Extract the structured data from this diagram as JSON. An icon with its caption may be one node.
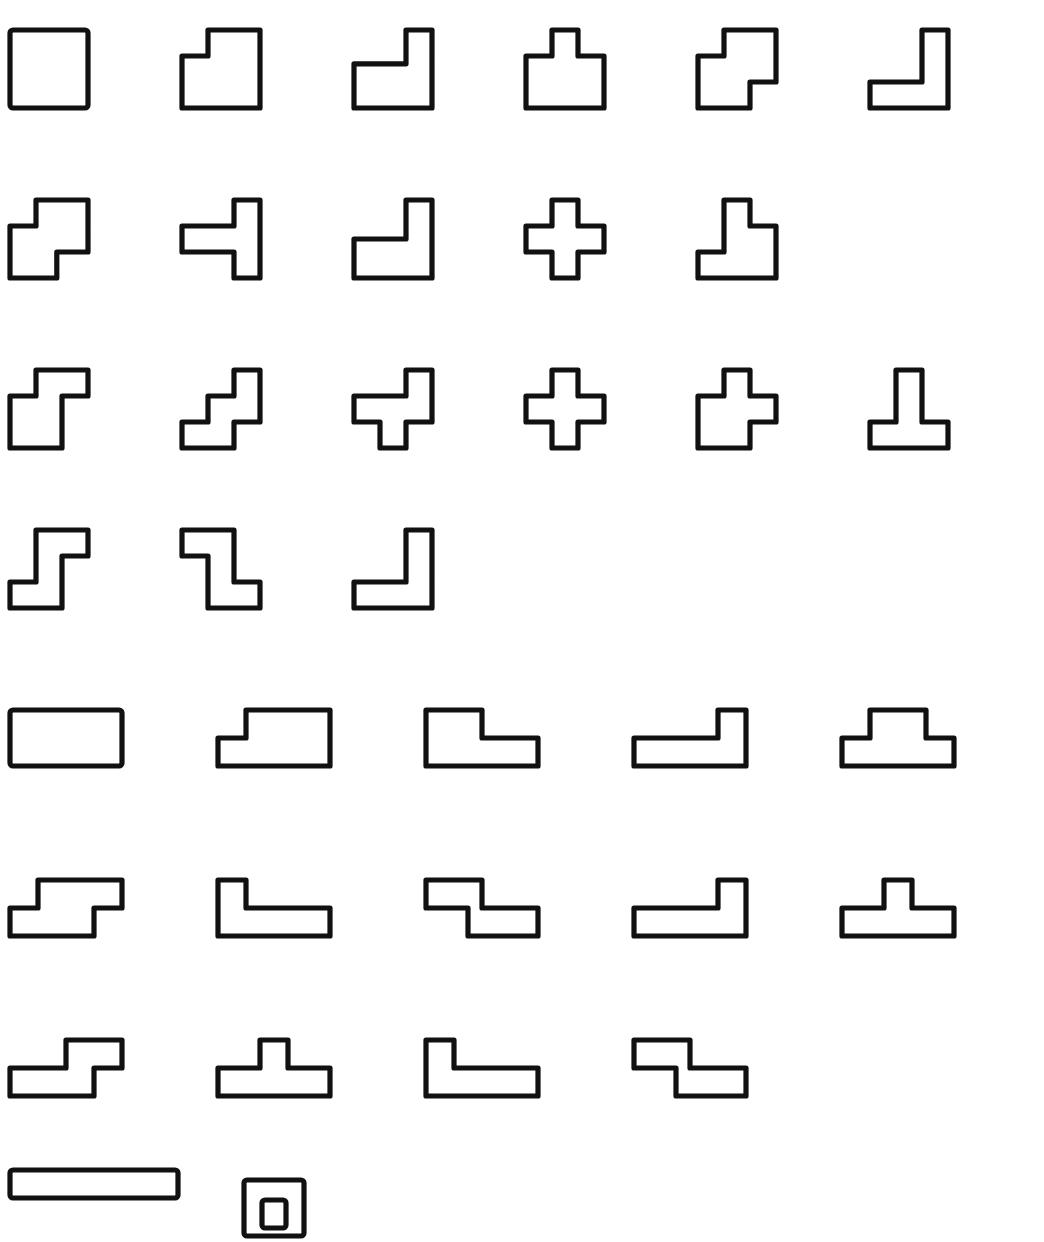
{
  "diagram": {
    "nodes": [
      {
        "text": [],
        "shape": "box"
      },
      {
        "text": [],
        "shape": "polygon"
      },
      {
        "text": [],
        "shape": "polygon"
      },
      {
        "text": [],
        "shape": "polygon"
      },
      {
        "text": [],
        "shape": "polygon"
      },
      {
        "text": [],
        "shape": "polygon"
      },
      {
        "text": [],
        "shape": "polygon"
      },
      {
        "text": [],
        "shape": "polygon"
      },
      {
        "text": [],
        "shape": "polygon"
      },
      {
        "text": [],
        "shape": "polygon"
      },
      {
        "text": [],
        "shape": "polygon"
      },
      {
        "text": [],
        "shape": "polygon"
      },
      {
        "text": [],
        "shape": "polygon"
      },
      {
        "text": [],
        "shape": "polygon"
      },
      {
        "text": [],
        "shape": "polygon"
      },
      {
        "text": [],
        "shape": "polygon"
      },
      {
        "text": [],
        "shape": "polygon"
      },
      {
        "text": [],
        "shape": "polygon"
      },
      {
        "text": [],
        "shape": "polygon"
      },
      {
        "text": [],
        "shape": "polygon"
      },
      {
        "text": [],
        "shape": "box"
      },
      {
        "text": [],
        "shape": "polygon"
      },
      {
        "text": [],
        "shape": "polygon"
      },
      {
        "text": [],
        "shape": "polygon"
      },
      {
        "text": [],
        "shape": "polygon"
      },
      {
        "text": [],
        "shape": "polygon"
      },
      {
        "text": [],
        "shape": "polygon"
      },
      {
        "text": [],
        "shape": "polygon"
      },
      {
        "text": [],
        "shape": "polygon"
      },
      {
        "text": [],
        "shape": "polygon"
      },
      {
        "text": [],
        "shape": "polygon"
      },
      {
        "text": [],
        "shape": "polygon"
      },
      {
        "text": [],
        "shape": "polygon"
      },
      {
        "text": [],
        "shape": "polygon"
      },
      {
        "text": [],
        "shape": "box"
      },
      {
        "text": [],
        "shape": "box"
      },
      {
        "text": [],
        "shape": "box",
        "in": 35
      }
    ]
  }
}
